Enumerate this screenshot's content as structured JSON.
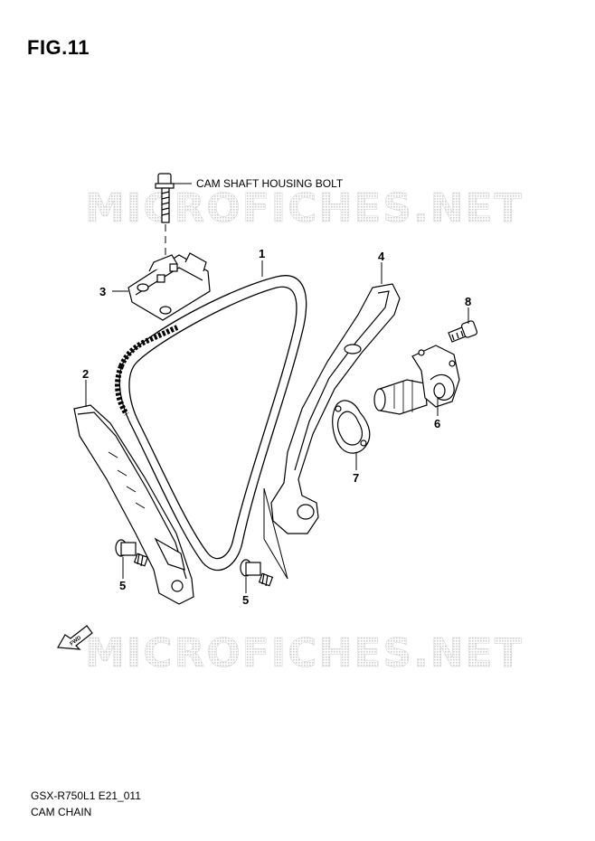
{
  "figure": {
    "title": "FIG.11"
  },
  "callouts": {
    "bolt_label": "CAM SHAFT HOUSING BOLT",
    "part_1": "1",
    "part_2": "2",
    "part_3": "3",
    "part_4": "4",
    "part_5a": "5",
    "part_5b": "5",
    "part_6": "6",
    "part_7": "7",
    "part_8": "8"
  },
  "watermark": {
    "text": "MICROFICHES.NET",
    "color": "#d7d7d7"
  },
  "direction_arrow": {
    "label": "FWD",
    "icon": "fwd-arrow-icon"
  },
  "footer": {
    "model_code": "GSX-R750L1 E21_011",
    "section": "CAM CHAIN"
  }
}
